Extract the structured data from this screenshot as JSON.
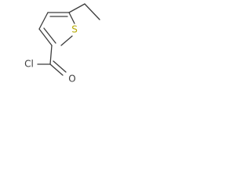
{
  "molecule": {
    "atoms": {
      "sulfur": {
        "label": "S",
        "color": "#b5a900"
      },
      "chlorine": {
        "label": "Cl",
        "color": "#3c3c3c"
      },
      "oxygen": {
        "label": "O",
        "color": "#3c3c3c"
      }
    },
    "bond_color": "#3c3c3c"
  }
}
